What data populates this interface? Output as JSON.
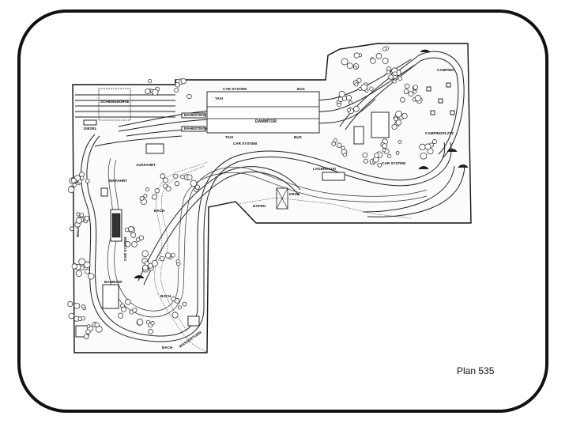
{
  "caption": "Plan 535",
  "labels": {
    "schiebebuehne": "SCHIEBEBÜHNE",
    "diesel": "DIESEL",
    "bahnsteig_1": "BAHNSTEIG",
    "bahnsteig_2": "BAHNSTEIG",
    "car_system_top": "CAR SYSTEM",
    "car_system_mid": "CAR SYSTEM",
    "car_system_right": "CAR SYSTEM",
    "car_system_left": "CAR SYSTEM",
    "taxi_top": "TAXI",
    "taxi_bottom": "TAXI",
    "bus_top": "BUS",
    "bus_bottom": "BUS",
    "dammtor": "DAMMTOR",
    "camping": "CAMPING",
    "campingplatz": "CAMPINGPLATZ",
    "ausfahrt": "AUSFAHRT",
    "einfahrt": "EINFAHRT",
    "bach_1": "BACH",
    "bach_2": "BACH",
    "bach_3": "BACH",
    "hafen": "HAFEN",
    "kran": "KRAN",
    "lagerhaus": "LAGERHAUS",
    "wald": "WALD",
    "bahnhof": "BAHNHOF",
    "wasserturm": "WASSERTURM"
  }
}
